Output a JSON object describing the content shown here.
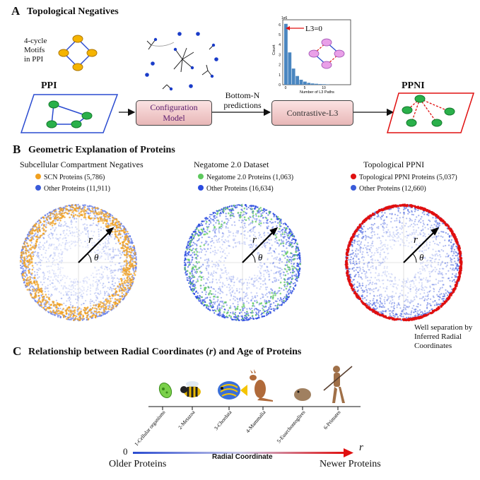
{
  "panel_a": {
    "letter": "A",
    "title": "Topological Negatives",
    "motif_label_line1": "4-cycle",
    "motif_label_line2": "Motifs",
    "motif_label_line3": "in PPI",
    "ppi_label": "PPI",
    "config_model_line1": "Configuration",
    "config_model_line2": "Model",
    "bottom_n_line1": "Bottom-N",
    "bottom_n_line2": "predictions",
    "contrastive_label": "Contrastive-L3",
    "ppni_label": "PPNI",
    "inset": {
      "annotation": "L3=0",
      "y_axis_label": "Count",
      "x_axis_label": "Number of L3 Paths",
      "scale_label": "1e6",
      "y_ticks": [
        "0",
        "1",
        "2",
        "3",
        "4",
        "5",
        "6"
      ],
      "x_ticks": [
        "0",
        "5",
        "10"
      ]
    }
  },
  "panel_b": {
    "letter": "B",
    "title": "Geometric Explanation of Proteins",
    "plots": [
      {
        "title": "Subcellular Compartment Negatives",
        "legend": [
          {
            "label": "SCN Proteins (5,786)",
            "color": "#f0a020"
          },
          {
            "label": "Other Proteins (11,911)",
            "color": "#3a5bd9"
          }
        ]
      },
      {
        "title": "Negatome 2.0 Dataset",
        "legend": [
          {
            "label": "Negatome 2.0 Proteins (1,063)",
            "color": "#5ec95e"
          },
          {
            "label": "Other Proteins (16,634)",
            "color": "#2a4be0"
          }
        ]
      },
      {
        "title": "Topological PPNI",
        "legend": [
          {
            "label": "Topological PPNI Proteins (5,037)",
            "color": "#e01010"
          },
          {
            "label": "Other Proteins (12,660)",
            "color": "#3a5bd9"
          }
        ]
      }
    ],
    "r_symbol": "r",
    "theta_symbol": "θ",
    "note_line1": "Well separation by",
    "note_line2": "Inferred Radial",
    "note_line3": "Coordinates"
  },
  "panel_c": {
    "letter": "C",
    "title_part1": "Relationship between Radial Coordinates (",
    "title_r": "r",
    "title_part2": ") and Age of Proteins",
    "stages": [
      "1-Cellular organisms",
      "2-Metazoa",
      "3-Chordata",
      "4-Mammalia",
      "5-Euarchontoglires",
      "6-Primates"
    ],
    "zero_label": "0",
    "r_label": "r",
    "axis_label": "Radial Coordinate",
    "older_label": "Older Proteins",
    "newer_label": "Newer Proteins"
  }
}
